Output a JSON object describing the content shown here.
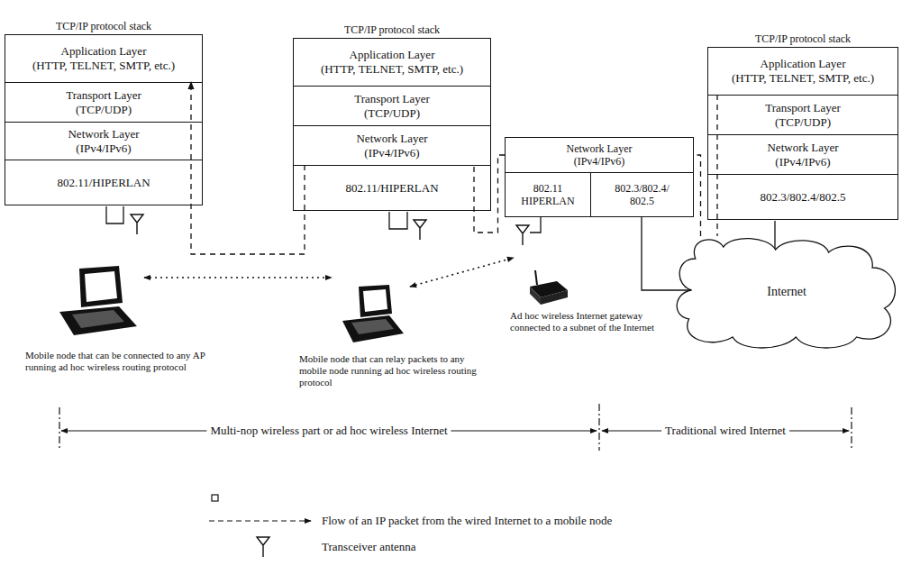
{
  "diagram": {
    "nodes": [
      {
        "text": [
          "TCP/IP protocol stack"
        ]
      },
      {
        "text": [
          "Application Layer",
          "(HTTP, TELNET, SMTP, etc.)"
        ],
        "in": 0
      },
      {
        "text": [
          "Transport Layer",
          "(TCP/UDP)"
        ],
        "in": 0
      },
      {
        "text": [
          "Network Layer",
          "(IPv4/IPv6)"
        ],
        "in": 0
      },
      {
        "text": [
          "802.11/HIPERLAN"
        ],
        "in": 0
      },
      {
        "text": [
          "TCP/IP protocol stack"
        ]
      },
      {
        "text": [
          "Application Layer",
          "(HTTP, TELNET, SMTP, etc.)"
        ],
        "in": 5
      },
      {
        "text": [
          "Transport Layer",
          "(TCP/UDP)"
        ],
        "in": 5
      },
      {
        "text": [
          "Network Layer",
          "(IPv4/IPv6)"
        ],
        "in": 5
      },
      {
        "text": [
          "802.11/HIPERLAN"
        ],
        "in": 5
      },
      {
        "text": [
          "Network Layer",
          "(IPv4/IPv6)"
        ]
      },
      {
        "text": [
          "802.11 HIPERLAN"
        ]
      },
      {
        "text": [
          "802.3/802.4/ 802.5"
        ]
      },
      {
        "text": [
          "TCP/IP protocol stack"
        ]
      },
      {
        "text": [
          "Application Layer",
          "(HTTP, TELNET, SMTP, etc.)"
        ],
        "in": 13
      },
      {
        "text": [
          "Transport Layer",
          "(TCP/UDP)"
        ],
        "in": 13
      },
      {
        "text": [
          "Network Layer",
          "(IPv4/IPv6)"
        ],
        "in": 13
      },
      {
        "text": [
          "802.3/802.4/802.5"
        ],
        "in": 13
      },
      {
        "text": [
          "Internet"
        ]
      }
    ],
    "edges": [
      {
        "from": 14,
        "to": 18,
        "arrow": "none"
      },
      {
        "from": 18,
        "to": 10,
        "arrow": "none"
      },
      {
        "from": 10,
        "to": 8,
        "arrow": "none"
      },
      {
        "from": 8,
        "to": 1,
        "arrow": "to"
      }
    ],
    "labels": [
      "Mobile node that can be connected to any AP running ad hoc wireless routing protocol",
      "Mobile node that can relay packets to any mobile node running ad hoc wireless routing protocol",
      "Ad hoc wireless Internet gateway connected to a subnet of the Internet",
      "Multi-nop wireless part or ad hoc wireless Internet",
      "Traditional wired Internet"
    ],
    "legend": [
      {
        "text": "Flow of an IP packet from the wired Internet to a mobile node"
      },
      {
        "text": "Transceiver antenna"
      }
    ]
  }
}
